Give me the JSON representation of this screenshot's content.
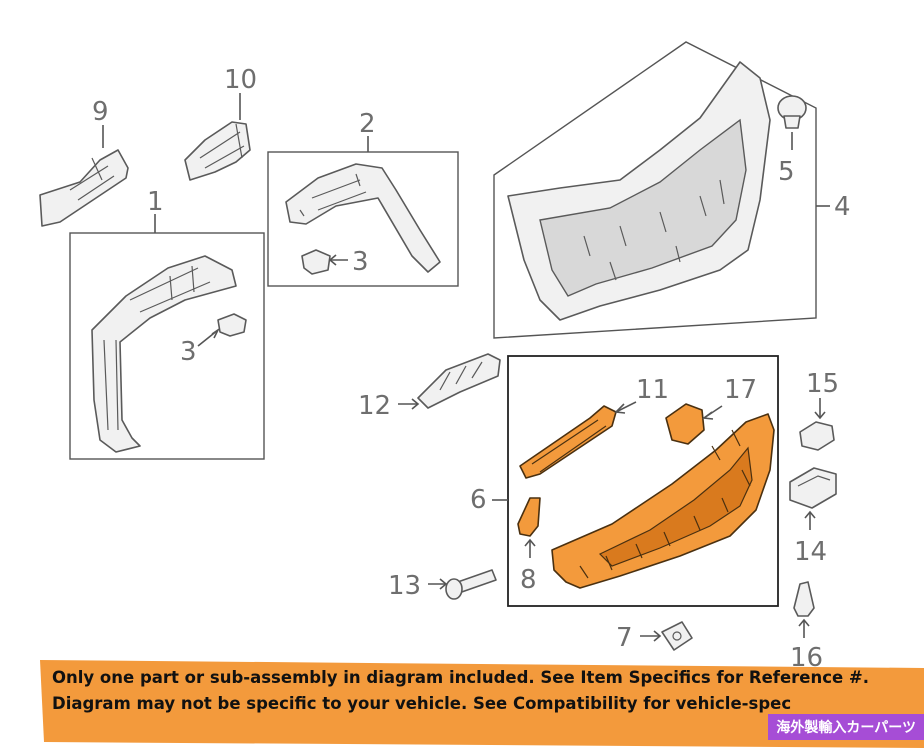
{
  "callouts": {
    "c1": "1",
    "c2": "2",
    "c3a": "3",
    "c3b": "3",
    "c4": "4",
    "c5": "5",
    "c6": "6",
    "c7": "7",
    "c8": "8",
    "c9": "9",
    "c10": "10",
    "c11": "11",
    "c12": "12",
    "c13": "13",
    "c14": "14",
    "c15": "15",
    "c16": "16",
    "c17": "17"
  },
  "banner": {
    "line1": "Only one part or sub-assembly in diagram included. See Item Specifics for Reference #.",
    "line2": "Diagram may not be specific to your vehicle. See Compatibility for vehicle-spec",
    "corner_tag": "海外製輸入カーパーツ",
    "background": "#f39a3c",
    "tag_color": "#a64dd6"
  },
  "highlight_color": "#f39a3c"
}
